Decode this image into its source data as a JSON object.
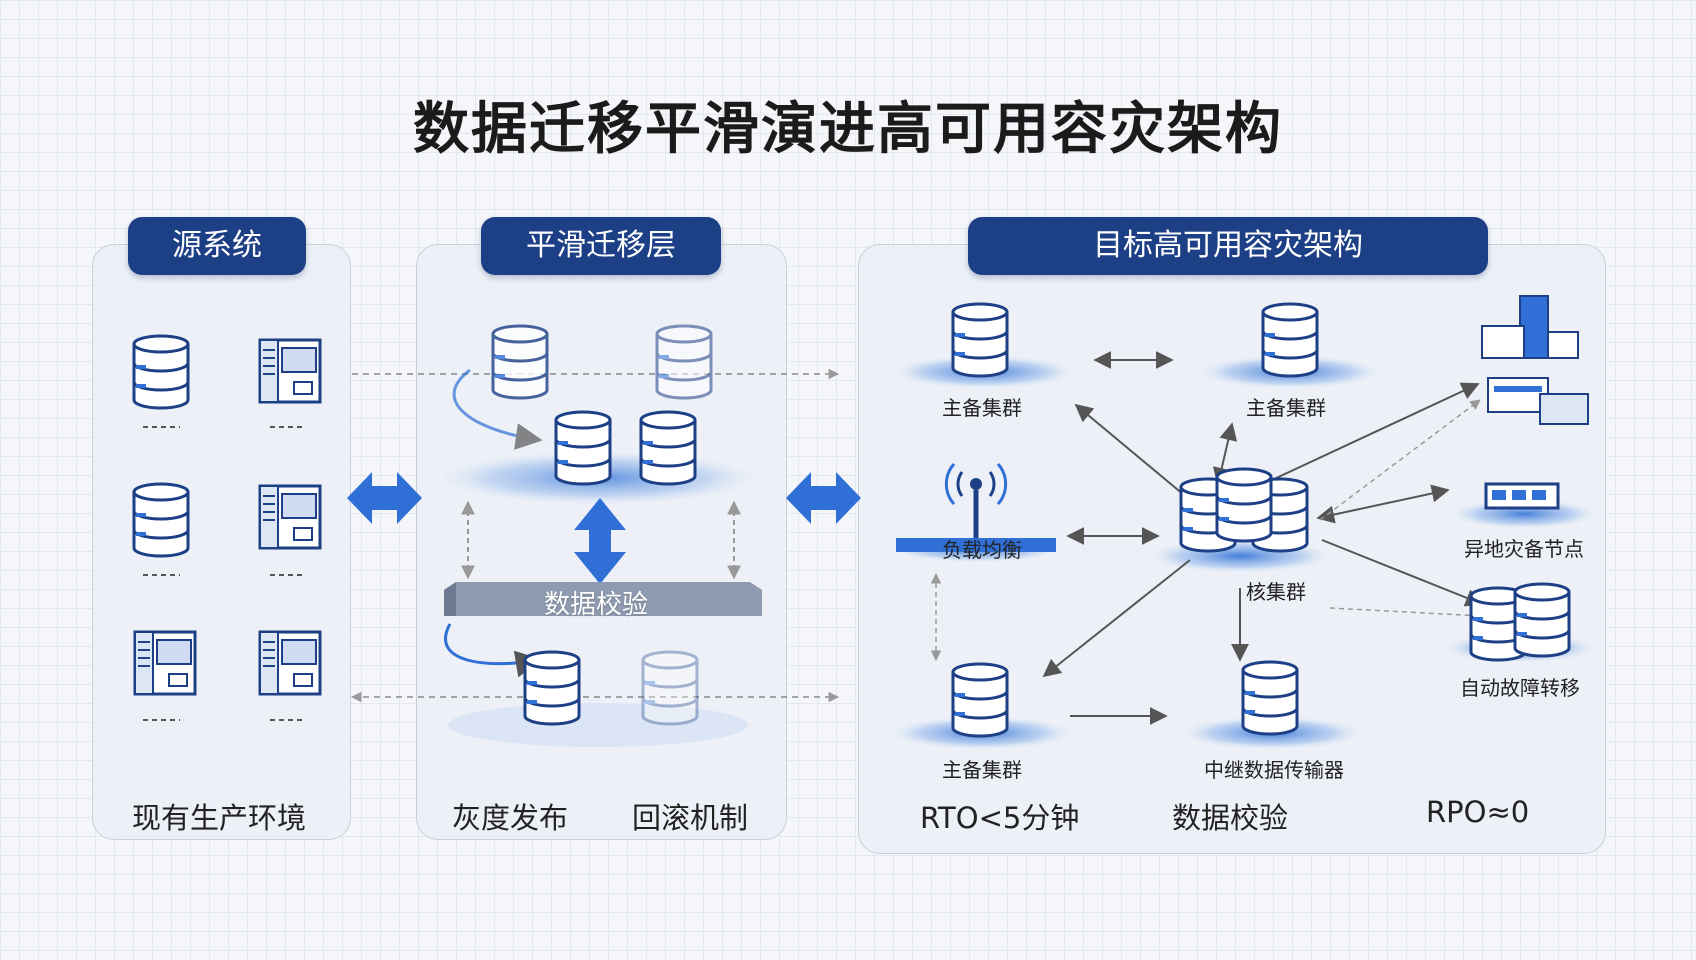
{
  "title": "数据迁移平滑演进高可用容灾架构",
  "panels": {
    "source": {
      "badge": "源系统",
      "footer": "现有生产环境"
    },
    "migration": {
      "badge": "平滑迁移层",
      "check_label": "数据校验",
      "footer_left": "灰度发布",
      "footer_right": "回滚机制"
    },
    "target": {
      "badge": "目标高可用容灾架构",
      "nodes": {
        "cluster_top_left": "主备集群",
        "cluster_top_mid": "主备集群",
        "load_balancer": "负载均衡",
        "core_cluster": "核集群",
        "remote_dr": "异地灾备节点",
        "auto_failover": "自动故障转移",
        "cluster_bottom_left": "主备集群",
        "bottom_mid": "中继数据传输器"
      },
      "footer_left": "RTO<5分钟",
      "footer_mid": "数据校验",
      "footer_right": "RPO≈0"
    }
  },
  "colors": {
    "badge": "#1d3f86",
    "accent": "#2f6fd6",
    "db_body": "#ffffff",
    "db_stroke": "#1d3f86"
  }
}
